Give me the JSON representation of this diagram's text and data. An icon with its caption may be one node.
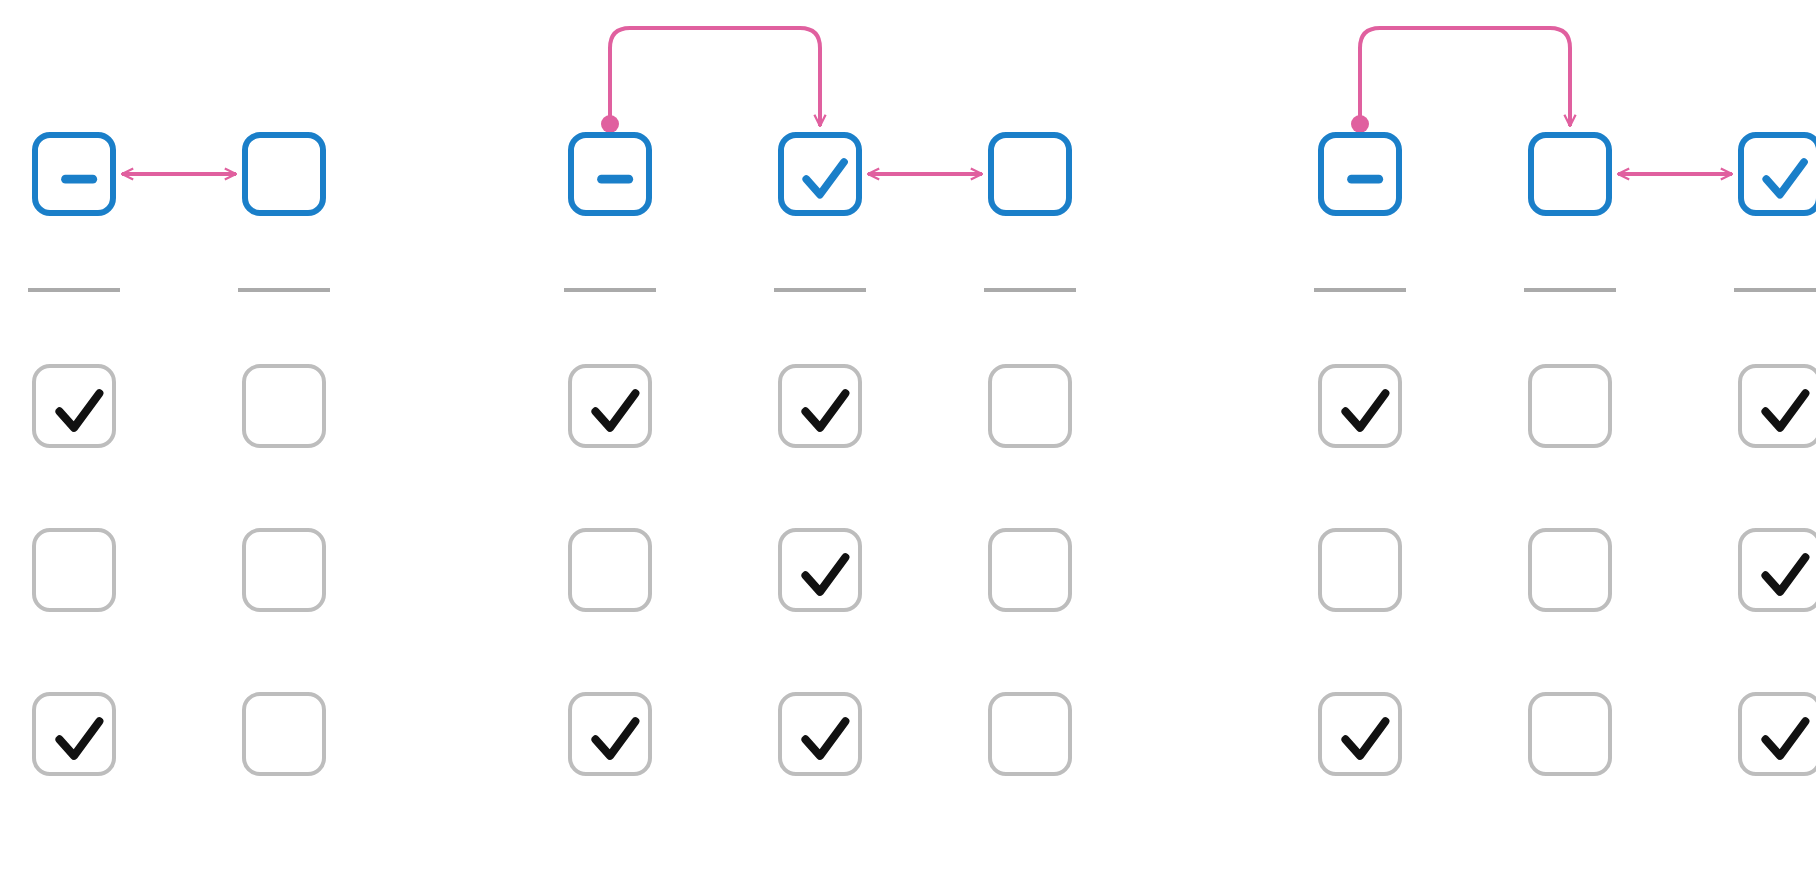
{
  "diagram": {
    "nodes": [
      {
        "text": [],
        "shape": "minus"
      },
      {
        "text": [],
        "shape": "box"
      },
      {
        "text": [],
        "shape": "check"
      },
      {
        "text": [],
        "shape": "box"
      },
      {
        "text": [],
        "shape": "box"
      },
      {
        "text": [],
        "shape": "box"
      },
      {
        "text": [],
        "shape": "check"
      },
      {
        "text": [],
        "shape": "box"
      },
      {
        "text": [],
        "shape": "minus"
      },
      {
        "text": [],
        "shape": "check"
      },
      {
        "text": [],
        "shape": "box"
      },
      {
        "text": [],
        "shape": "check"
      },
      {
        "text": [],
        "shape": "check"
      },
      {
        "text": [],
        "shape": "box"
      },
      {
        "text": [],
        "shape": "box"
      },
      {
        "text": [],
        "shape": "check"
      },
      {
        "text": [],
        "shape": "box"
      },
      {
        "text": [],
        "shape": "check"
      },
      {
        "text": [],
        "shape": "check"
      },
      {
        "text": [],
        "shape": "box"
      },
      {
        "text": [],
        "shape": "minus"
      },
      {
        "text": [],
        "shape": "box"
      },
      {
        "text": [],
        "shape": "check"
      },
      {
        "text": [],
        "shape": "check"
      },
      {
        "text": [],
        "shape": "box"
      },
      {
        "text": [],
        "shape": "check"
      },
      {
        "text": [],
        "shape": "box"
      },
      {
        "text": [],
        "shape": "box"
      },
      {
        "text": [],
        "shape": "check"
      },
      {
        "text": [],
        "shape": "check"
      },
      {
        "text": [],
        "shape": "box"
      },
      {
        "text": [],
        "shape": "check"
      }
    ],
    "edges": [
      {
        "from": 0,
        "to": 1,
        "arrow": "both"
      },
      {
        "from": 8,
        "to": 9,
        "arrow": "to"
      },
      {
        "from": 9,
        "to": 10,
        "arrow": "both"
      },
      {
        "from": 20,
        "to": 21,
        "arrow": "to"
      },
      {
        "from": 21,
        "to": 22,
        "arrow": "both"
      }
    ]
  }
}
